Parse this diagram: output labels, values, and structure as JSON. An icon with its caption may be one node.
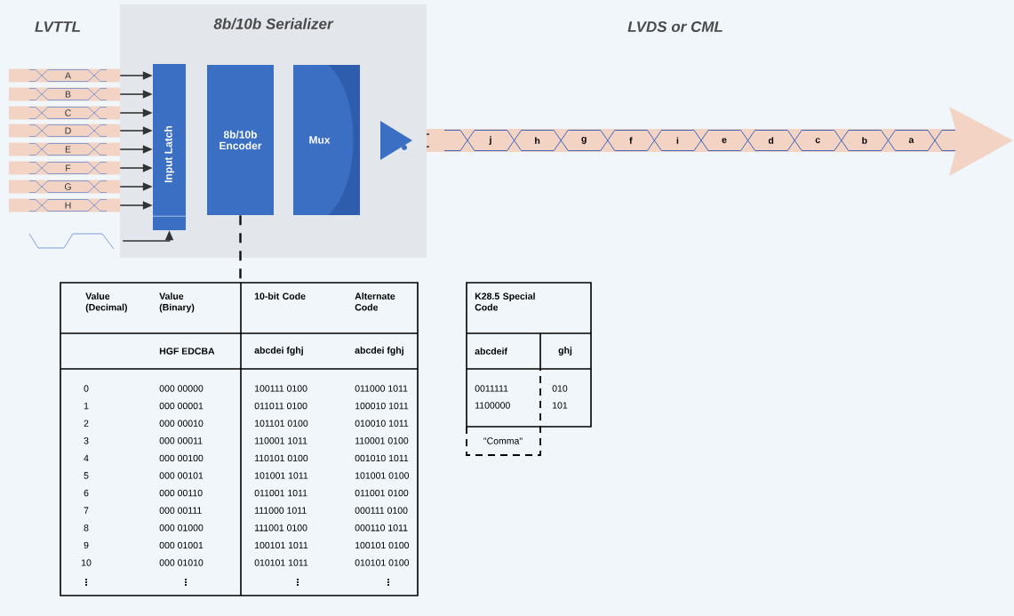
{
  "diagram": {
    "nodes": [
      {
        "text": [
          "8b/10b Serializer"
        ]
      },
      {
        "text": [
          "Input Latch"
        ],
        "in": 0
      },
      {
        "text": [
          "8b/10b Encoder"
        ],
        "in": 0
      },
      {
        "text": [
          "Mux"
        ],
        "in": 0
      },
      {
        "text": [],
        "shape": "triangle",
        "in": 0
      },
      {
        "text": [],
        "shape": "waveform"
      },
      {
        "text": [
          "A"
        ]
      },
      {
        "text": [
          "B"
        ]
      },
      {
        "text": [
          "C"
        ]
      },
      {
        "text": [
          "D"
        ]
      },
      {
        "text": [
          "E"
        ]
      },
      {
        "text": [
          "F"
        ]
      },
      {
        "text": [
          "G"
        ]
      },
      {
        "text": [
          "H"
        ]
      },
      {
        "text": [],
        "shape": "box"
      }
    ],
    "edges": [
      {
        "from": 6,
        "to": 1,
        "arrow": "to"
      },
      {
        "from": 7,
        "to": 1,
        "arrow": "to"
      },
      {
        "from": 8,
        "to": 1,
        "arrow": "to"
      },
      {
        "from": 9,
        "to": 1,
        "arrow": "to"
      },
      {
        "from": 10,
        "to": 1,
        "arrow": "to"
      },
      {
        "from": 11,
        "to": 1,
        "arrow": "to"
      },
      {
        "from": 12,
        "to": 1,
        "arrow": "to"
      },
      {
        "from": 13,
        "to": 1,
        "arrow": "to"
      },
      {
        "from": 5,
        "to": 1,
        "arrow": "to"
      },
      {
        "from": 2,
        "to": 14,
        "arrow": "none",
        "style": "dashed",
        "color": "#111111"
      }
    ],
    "labels": [
      "LVTTL",
      "LVDS or CML",
      "j",
      "h",
      "g",
      "f",
      "i",
      "e",
      "d",
      "c",
      "b",
      "a",
      "Value (Decimal)",
      "Value (Binary)",
      "10-bit Code",
      "Alternate Code",
      "HGF EDCBA",
      "abcdei fghj",
      "abcdei fghj",
      "0",
      "000 00000",
      "100111 0100",
      "011000 1011",
      "1",
      "000 00001",
      "011011 0100",
      "100010 1011",
      "2",
      "000 00010",
      "101101 0100",
      "010010 1011",
      "3",
      "000 00011",
      "110001 1011",
      "110001 0100",
      "4",
      "000 00100",
      "110101 0100",
      "001010 1011",
      "5",
      "000 00101",
      "101001 1011",
      "101001 0100",
      "6",
      "000 00110",
      "011001 1011",
      "011001 0100",
      "7",
      "000 00111",
      "111000 1011",
      "000111 0100",
      "8",
      "000 01000",
      "111001 0100",
      "000110 1011",
      "9",
      "000 01001",
      "100101 1011",
      "100101 0100",
      "10",
      "000 01010",
      "010101 1011",
      "010101 0100",
      "⋮",
      "⋮",
      "⋮",
      "⋮",
      "K28.5 Special Code",
      "abcdeif",
      "ghj",
      "0011111",
      "010",
      "1100000",
      "101",
      "\"Comma\""
    ]
  }
}
